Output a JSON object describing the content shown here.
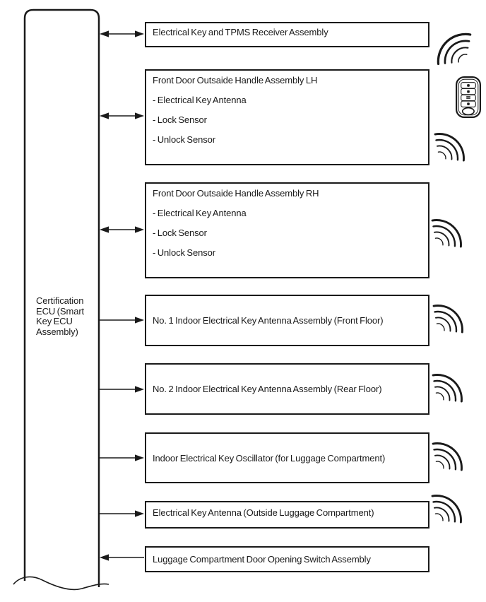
{
  "colors": {
    "ink": "#1a1a1a",
    "background": "#ffffff"
  },
  "ecu": {
    "label": "Certification\nECU (Smart\nKey ECU\nAssembly)"
  },
  "boxes": [
    {
      "title": "Electrical Key and TPMS Receiver Assembly",
      "connection": "bidirectional",
      "wave_icon": true
    },
    {
      "title": "Front Door Outsaide Handle Assembly LH",
      "items": [
        "- Electrical Key Antenna",
        "- Lock Sensor",
        "- Unlock Sensor"
      ],
      "connection": "bidirectional",
      "wave_icon": true
    },
    {
      "title": "Front Door Outsaide Handle Assembly RH",
      "items": [
        "- Electrical Key Antenna",
        "- Lock Sensor",
        "- Unlock Sensor"
      ],
      "connection": "bidirectional",
      "wave_icon": true
    },
    {
      "title": "No. 1 Indoor Electrical Key Antenna Assembly (Front Floor)",
      "connection": "ecu-to-box",
      "wave_icon": true
    },
    {
      "title": "No. 2 Indoor Electrical Key Antenna Assembly (Rear Floor)",
      "connection": "ecu-to-box",
      "wave_icon": true
    },
    {
      "title": "Indoor Electrical Key Oscillator (for Luggage Compartment)",
      "connection": "ecu-to-box",
      "wave_icon": true
    },
    {
      "title": "Electrical Key Antenna (Outside Luggage Compartment)",
      "connection": "ecu-to-box",
      "wave_icon": true
    },
    {
      "title": "Luggage Compartment Door Opening Switch Assembly",
      "connection": "box-to-ecu",
      "wave_icon": false
    }
  ],
  "icons": {
    "key_fob": "smart-key-fob",
    "radio_waves": "radio-wave-arcs"
  }
}
